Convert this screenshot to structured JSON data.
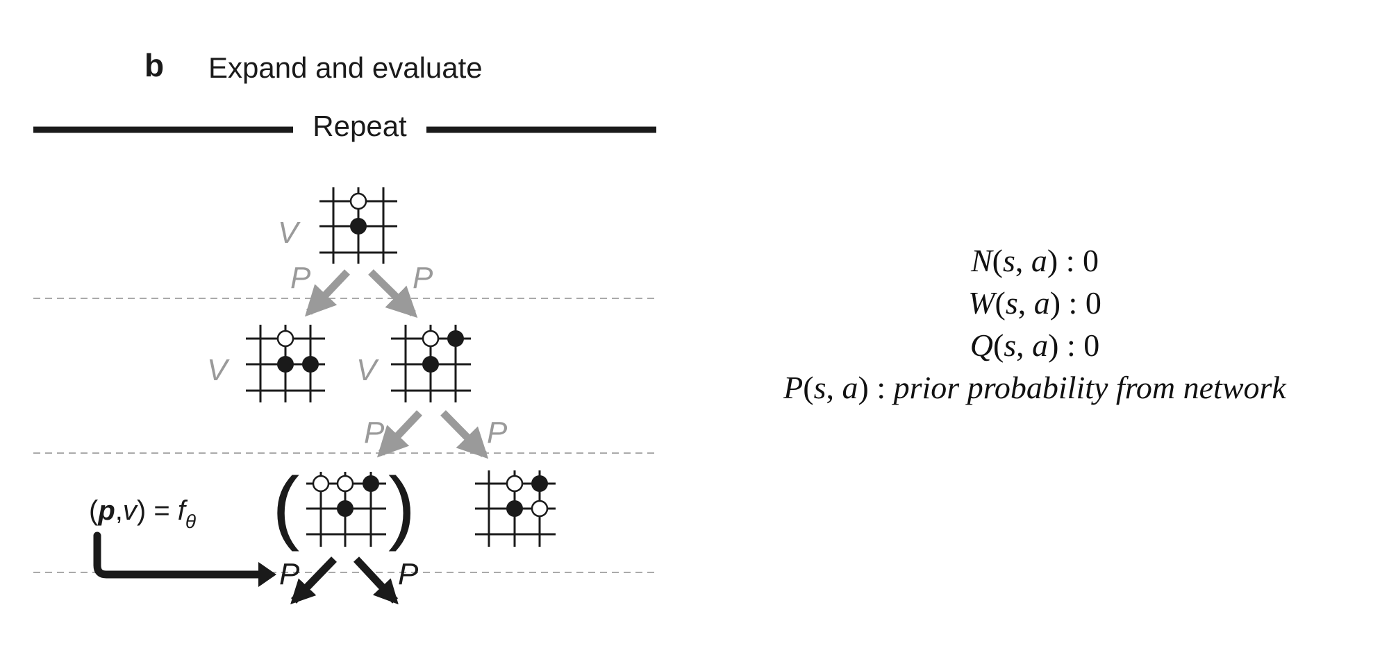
{
  "header": {
    "panel_letter": "b",
    "title": "Expand and evaluate"
  },
  "repeat_label": "Repeat",
  "labels": {
    "value": "V",
    "prior": "P"
  },
  "formula": {
    "lhs_p": "p",
    "lhs_v": "v",
    "rhs": "f",
    "subscript": "θ"
  },
  "legend": [
    {
      "name": "N",
      "value": "0",
      "italic": false
    },
    {
      "name": "W",
      "value": "0",
      "italic": false
    },
    {
      "name": "Q",
      "value": "0",
      "italic": false
    },
    {
      "name": "P",
      "value": "prior probability from network",
      "italic": true
    }
  ],
  "colors": {
    "ink": "#1a1a1a",
    "gray": "#9a9a9a",
    "dashed": "#aaaaaa"
  }
}
